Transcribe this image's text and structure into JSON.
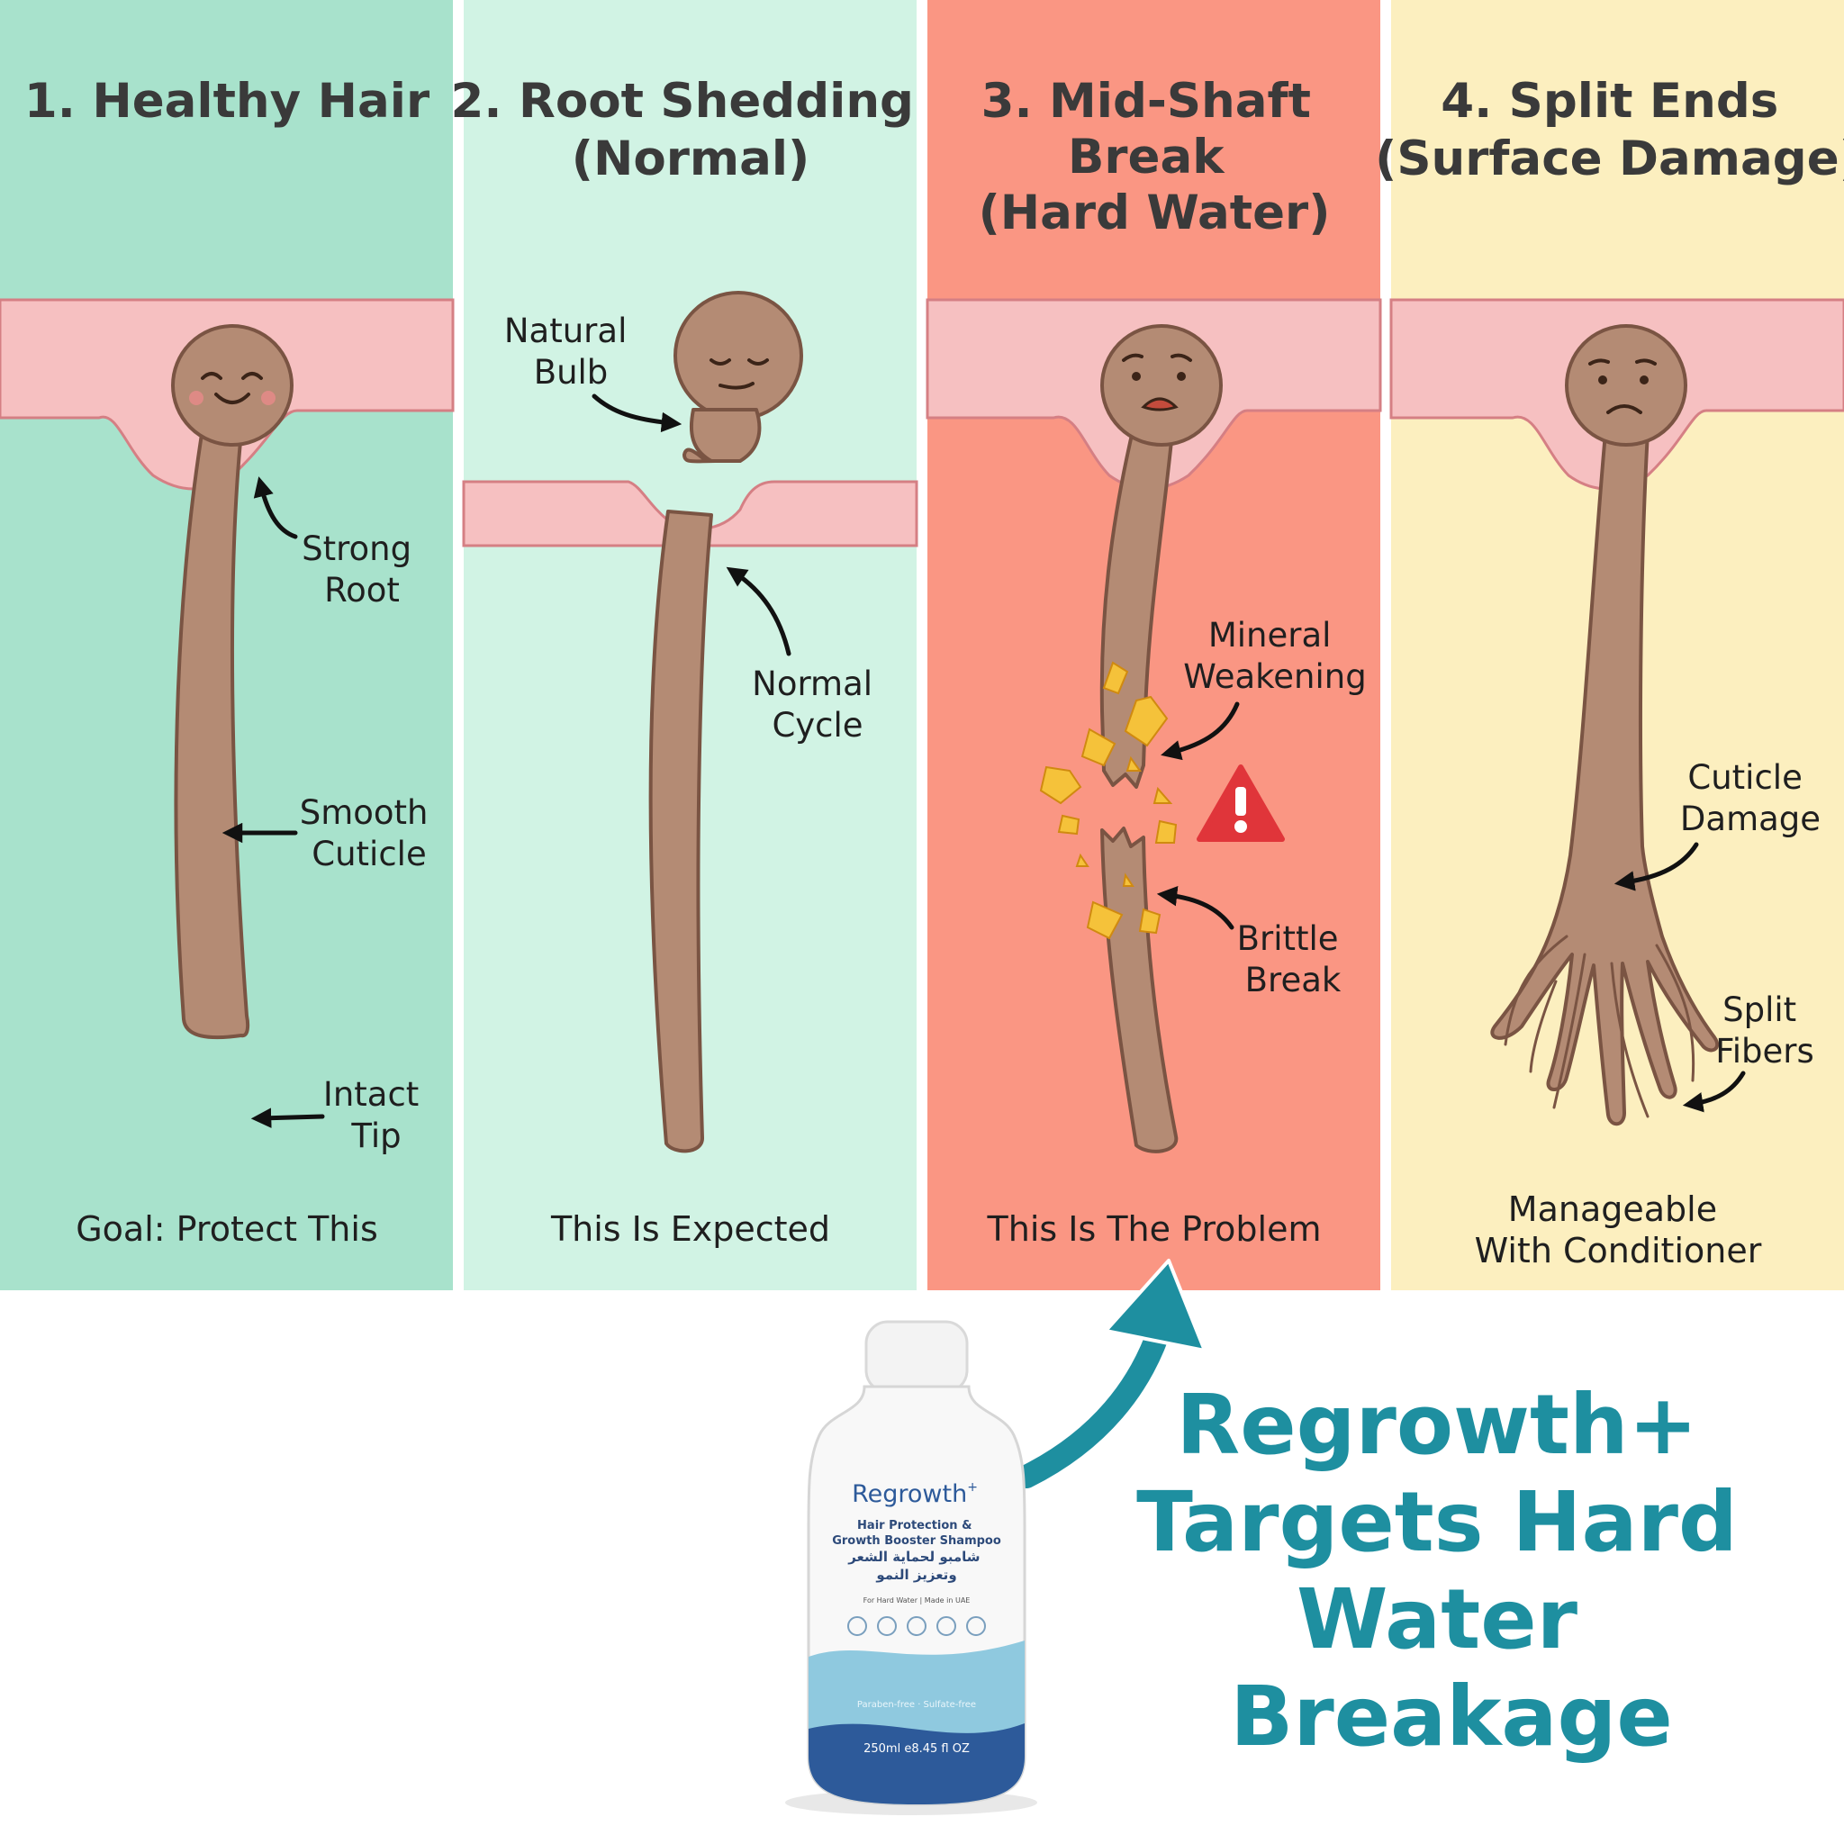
{
  "colors": {
    "panel1": "#a8e2cc",
    "panel2": "#d1f3e4",
    "panel3": "#fa9683",
    "panel4": "#fcefbf",
    "scalp": "#f6c0c1",
    "scalp_edge": "#d57f84",
    "hair_fill": "#b48b74",
    "hair_edge": "#7a5443",
    "crystal": "#f5c23a",
    "warning": "#e0353a",
    "accent_teal": "#1e8fa0",
    "title_text": "#3a3a3a",
    "label_text": "#1f1f1f"
  },
  "panels": [
    {
      "title_lines": [
        "1. Healthy Hair"
      ],
      "caption_lines": [
        "Goal: Protect This"
      ],
      "labels": [
        {
          "lines": [
            "Strong",
            "Root"
          ],
          "icon": "arrow-icon"
        },
        {
          "lines": [
            "Smooth",
            "Cuticle"
          ],
          "icon": "arrow-icon"
        },
        {
          "lines": [
            "Intact",
            "Tip"
          ],
          "icon": "arrow-icon"
        }
      ],
      "face": "happy"
    },
    {
      "title_lines": [
        "2. Root Shedding",
        "(Normal)"
      ],
      "caption_lines": [
        "This Is Expected"
      ],
      "labels": [
        {
          "lines": [
            "Natural",
            "Bulb"
          ],
          "icon": "arrow-icon"
        },
        {
          "lines": [
            "Normal",
            "Cycle"
          ],
          "icon": "arrow-icon"
        }
      ],
      "face": "sleepy"
    },
    {
      "title_lines": [
        "3. Mid-Shaft",
        "Break",
        "(Hard Water)"
      ],
      "caption_lines": [
        "This Is The Problem"
      ],
      "labels": [
        {
          "lines": [
            "Mineral",
            "Weakening"
          ],
          "icon": "arrow-icon"
        },
        {
          "lines": [
            "Brittle",
            "Break"
          ],
          "icon": "arrow-icon"
        }
      ],
      "face": "worried",
      "icon": "warning-icon"
    },
    {
      "title_lines": [
        "4. Split Ends",
        "(Surface Damage)"
      ],
      "caption_lines": [
        "Manageable",
        "With Conditioner"
      ],
      "labels": [
        {
          "lines": [
            "Cuticle",
            "Damage"
          ],
          "icon": "arrow-icon"
        },
        {
          "lines": [
            "Split",
            "Fibers"
          ],
          "icon": "arrow-icon"
        }
      ],
      "face": "sad"
    }
  ],
  "bottle": {
    "brand": "Regrowth",
    "brand_mark": "+",
    "product_lines": [
      "Hair Protection &",
      "Growth Booster Shampoo"
    ],
    "arabic_lines": [
      "شامبو لحماية الشعر",
      "وتعزيز النمو"
    ],
    "origin": "For Hard Water | Made in UAE",
    "feature_icons": [
      "leaf-icon",
      "drop-icon",
      "shield-icon",
      "sprout-icon",
      "star-icon"
    ],
    "wave_text": "Paraben-free · Sulfate-free",
    "volume": "250ml e8.45 fl OZ"
  },
  "headline_lines": [
    "Regrowth+",
    "Targets Hard",
    "Water",
    "Breakage"
  ]
}
